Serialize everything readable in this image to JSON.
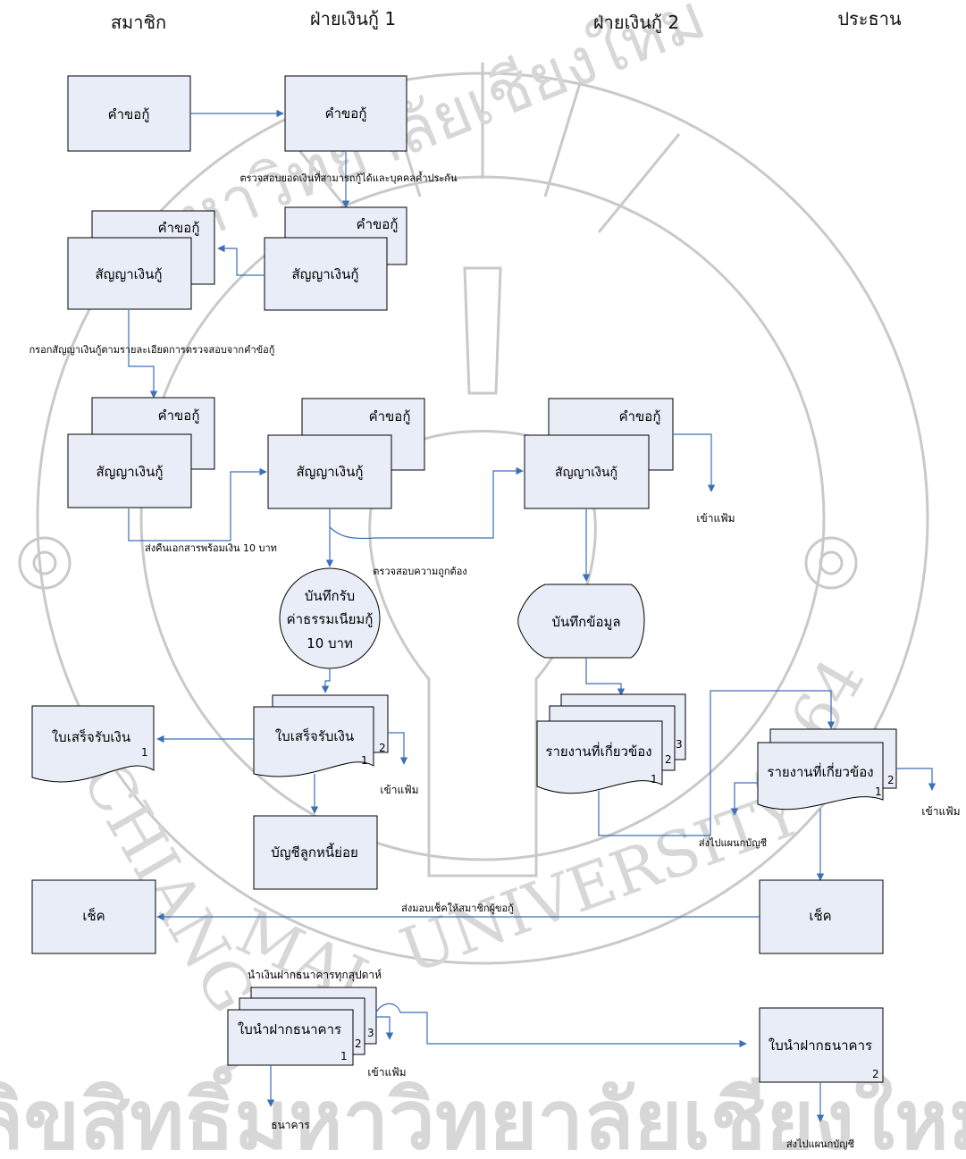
{
  "lanes": {
    "member": "สมาชิก",
    "loan1": "ฝ่ายเงินกู้ 1",
    "loan2": "ฝ่ายเงินกู้ 2",
    "president": "ประธาน"
  },
  "docs": {
    "request": "คำขอกู้",
    "contract": "สัญญาเงินกู้",
    "record_fee_1": "บันทึกรับ",
    "record_fee_2": "ค่าธรรมเนียมกู้",
    "record_fee_3": "10 บาท",
    "receipt": "ใบเสร็จรับเงิน",
    "ledger": "บัญชีลูกหนี้ย่อย",
    "record_data": "บันทึกข้อมูล",
    "reports": "รายงานที่เกี่ยวข้อง",
    "cheque": "เช็ค",
    "deposit_slip": "ใบนำฝากธนาคาร",
    "bank": "ธนาคาร"
  },
  "labels": {
    "check_amount": "ตรวจสอบยอดเงินที่สามารถกู้ได้และบุคคลค้ำประกัน",
    "fill_contract": "กรอกสัญญาเงินกู้ตามรายละเอียดการตรวจสอบจากคำข้อกู้",
    "return_docs": "ส่งคืนเอกสารพร้อมเงิน 10 บาท",
    "verify": "ตรวจสอบความถูกต้อง",
    "file": "เข้าแฟ้ม",
    "send_accounting": "ส่งไปแผนกบัญชี",
    "deliver_cheque": "ส่งมอบเช็คให้สมาชิกผู้ขอกู้",
    "deposit_weekly": "นำเงินฝากธนาคารทุกสุปดาห์"
  },
  "copy_numbers": {
    "one": "1",
    "two": "2",
    "three": "3"
  },
  "watermark": {
    "arc_left": "CHIANG",
    "arc_mid": "MAI",
    "arc_right": "UNIVERSITY",
    "arc_year": "1964",
    "thai_top": "มหาวิทยาลัยเชียงใหม่",
    "bottom": "ลิขสิทธิ์มหาวิทยาลัยเชียงใหม่"
  },
  "colors": {
    "box_fill": "#e8edf7",
    "flow_line": "#3d6fb6",
    "watermark": "#d0d0d0"
  }
}
